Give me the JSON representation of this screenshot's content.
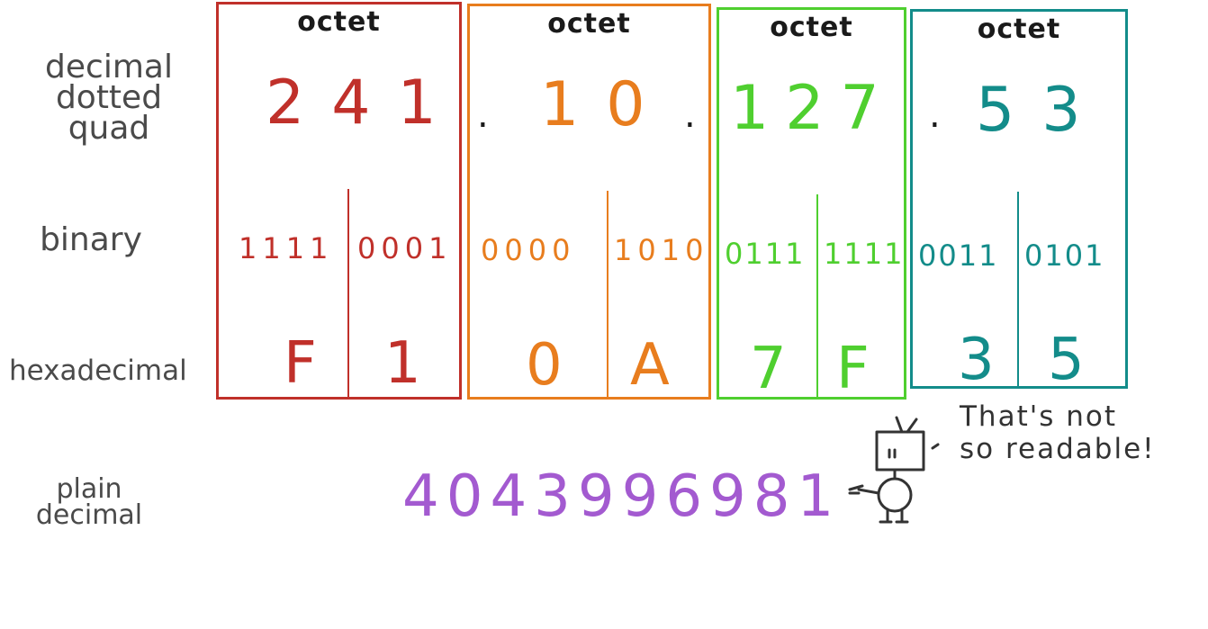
{
  "row_labels": {
    "dotted": "decimal\ndotted\nquad",
    "binary": "binary",
    "hex": "hexadecimal",
    "plain": "plain\ndecimal"
  },
  "octets": [
    {
      "header": "octet",
      "decimal": "241",
      "binary_high": "1111",
      "binary_low": "0001",
      "hex_high": "F",
      "hex_low": "1",
      "color": "#c0302a"
    },
    {
      "header": "octet",
      "decimal": "10",
      "binary_high": "0000",
      "binary_low": "1010",
      "hex_high": "0",
      "hex_low": "A",
      "color": "#e87d1e"
    },
    {
      "header": "octet",
      "decimal": "127",
      "binary_high": "0111",
      "binary_low": "1111",
      "hex_high": "7",
      "hex_low": "F",
      "color": "#4fcf2f"
    },
    {
      "header": "octet",
      "decimal": "53",
      "binary_high": "0011",
      "binary_low": "0101",
      "hex_high": "3",
      "hex_low": "5",
      "color": "#138c8a"
    }
  ],
  "separator": ".",
  "plain_decimal": {
    "value": "4043996981",
    "color": "#a35ad0"
  },
  "speech_bubble": "That's not\nso readable!"
}
